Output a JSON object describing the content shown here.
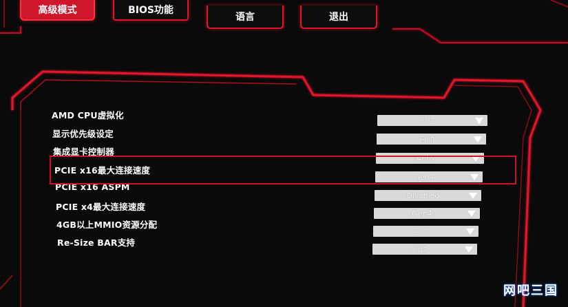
{
  "tabs": [
    {
      "label": "高级模式",
      "active": true
    },
    {
      "label": "BIOS功能",
      "active": false
    },
    {
      "label": "语言",
      "active": false
    },
    {
      "label": "退出",
      "active": false
    }
  ],
  "settings": [
    {
      "label": "AMD CPU虚拟化",
      "value": "启动"
    },
    {
      "label": "显示优先级设定",
      "value": "自动"
    },
    {
      "label": "集成显卡控制器",
      "value": "Auto"
    },
    {
      "label": "PCIE x16最大连接速度",
      "value": "Gen4"
    },
    {
      "label": "PCIE x16 ASPM",
      "value": "Disabled"
    },
    {
      "label": "PCIE x4最大连接速度",
      "value": "Gen4"
    },
    {
      "label": "4GB以上MMIO资源分配",
      "value": "启动"
    },
    {
      "label": "Re-Size BAR支持",
      "value": "启动"
    }
  ],
  "watermark": "网吧三国",
  "colors": {
    "accent": "#e1142a",
    "background": "#0a0a0a",
    "dropdown": "#d9d9d9"
  }
}
